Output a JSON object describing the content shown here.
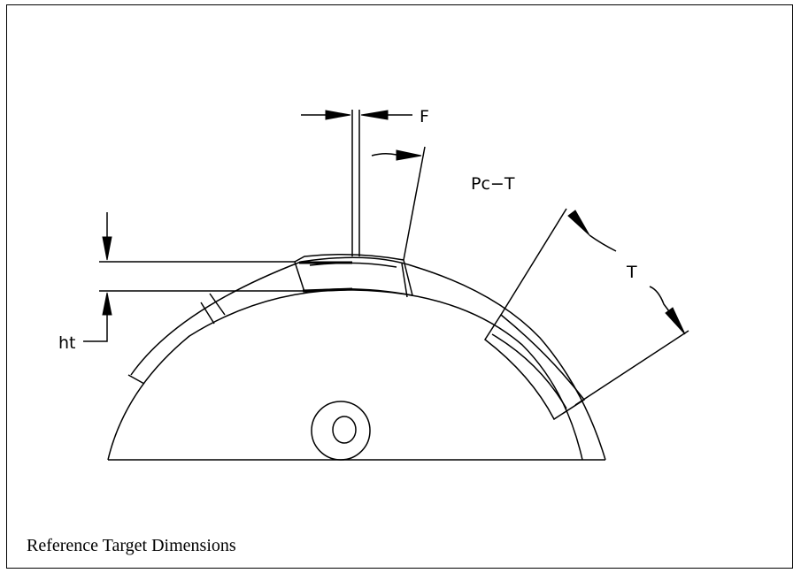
{
  "diagram": {
    "labels": {
      "face_width": "F",
      "chordal_pitch_tolerance": "Pc−T",
      "thickness": "T",
      "tooth_height": "ht"
    },
    "caption": "Reference Target Dimensions"
  }
}
